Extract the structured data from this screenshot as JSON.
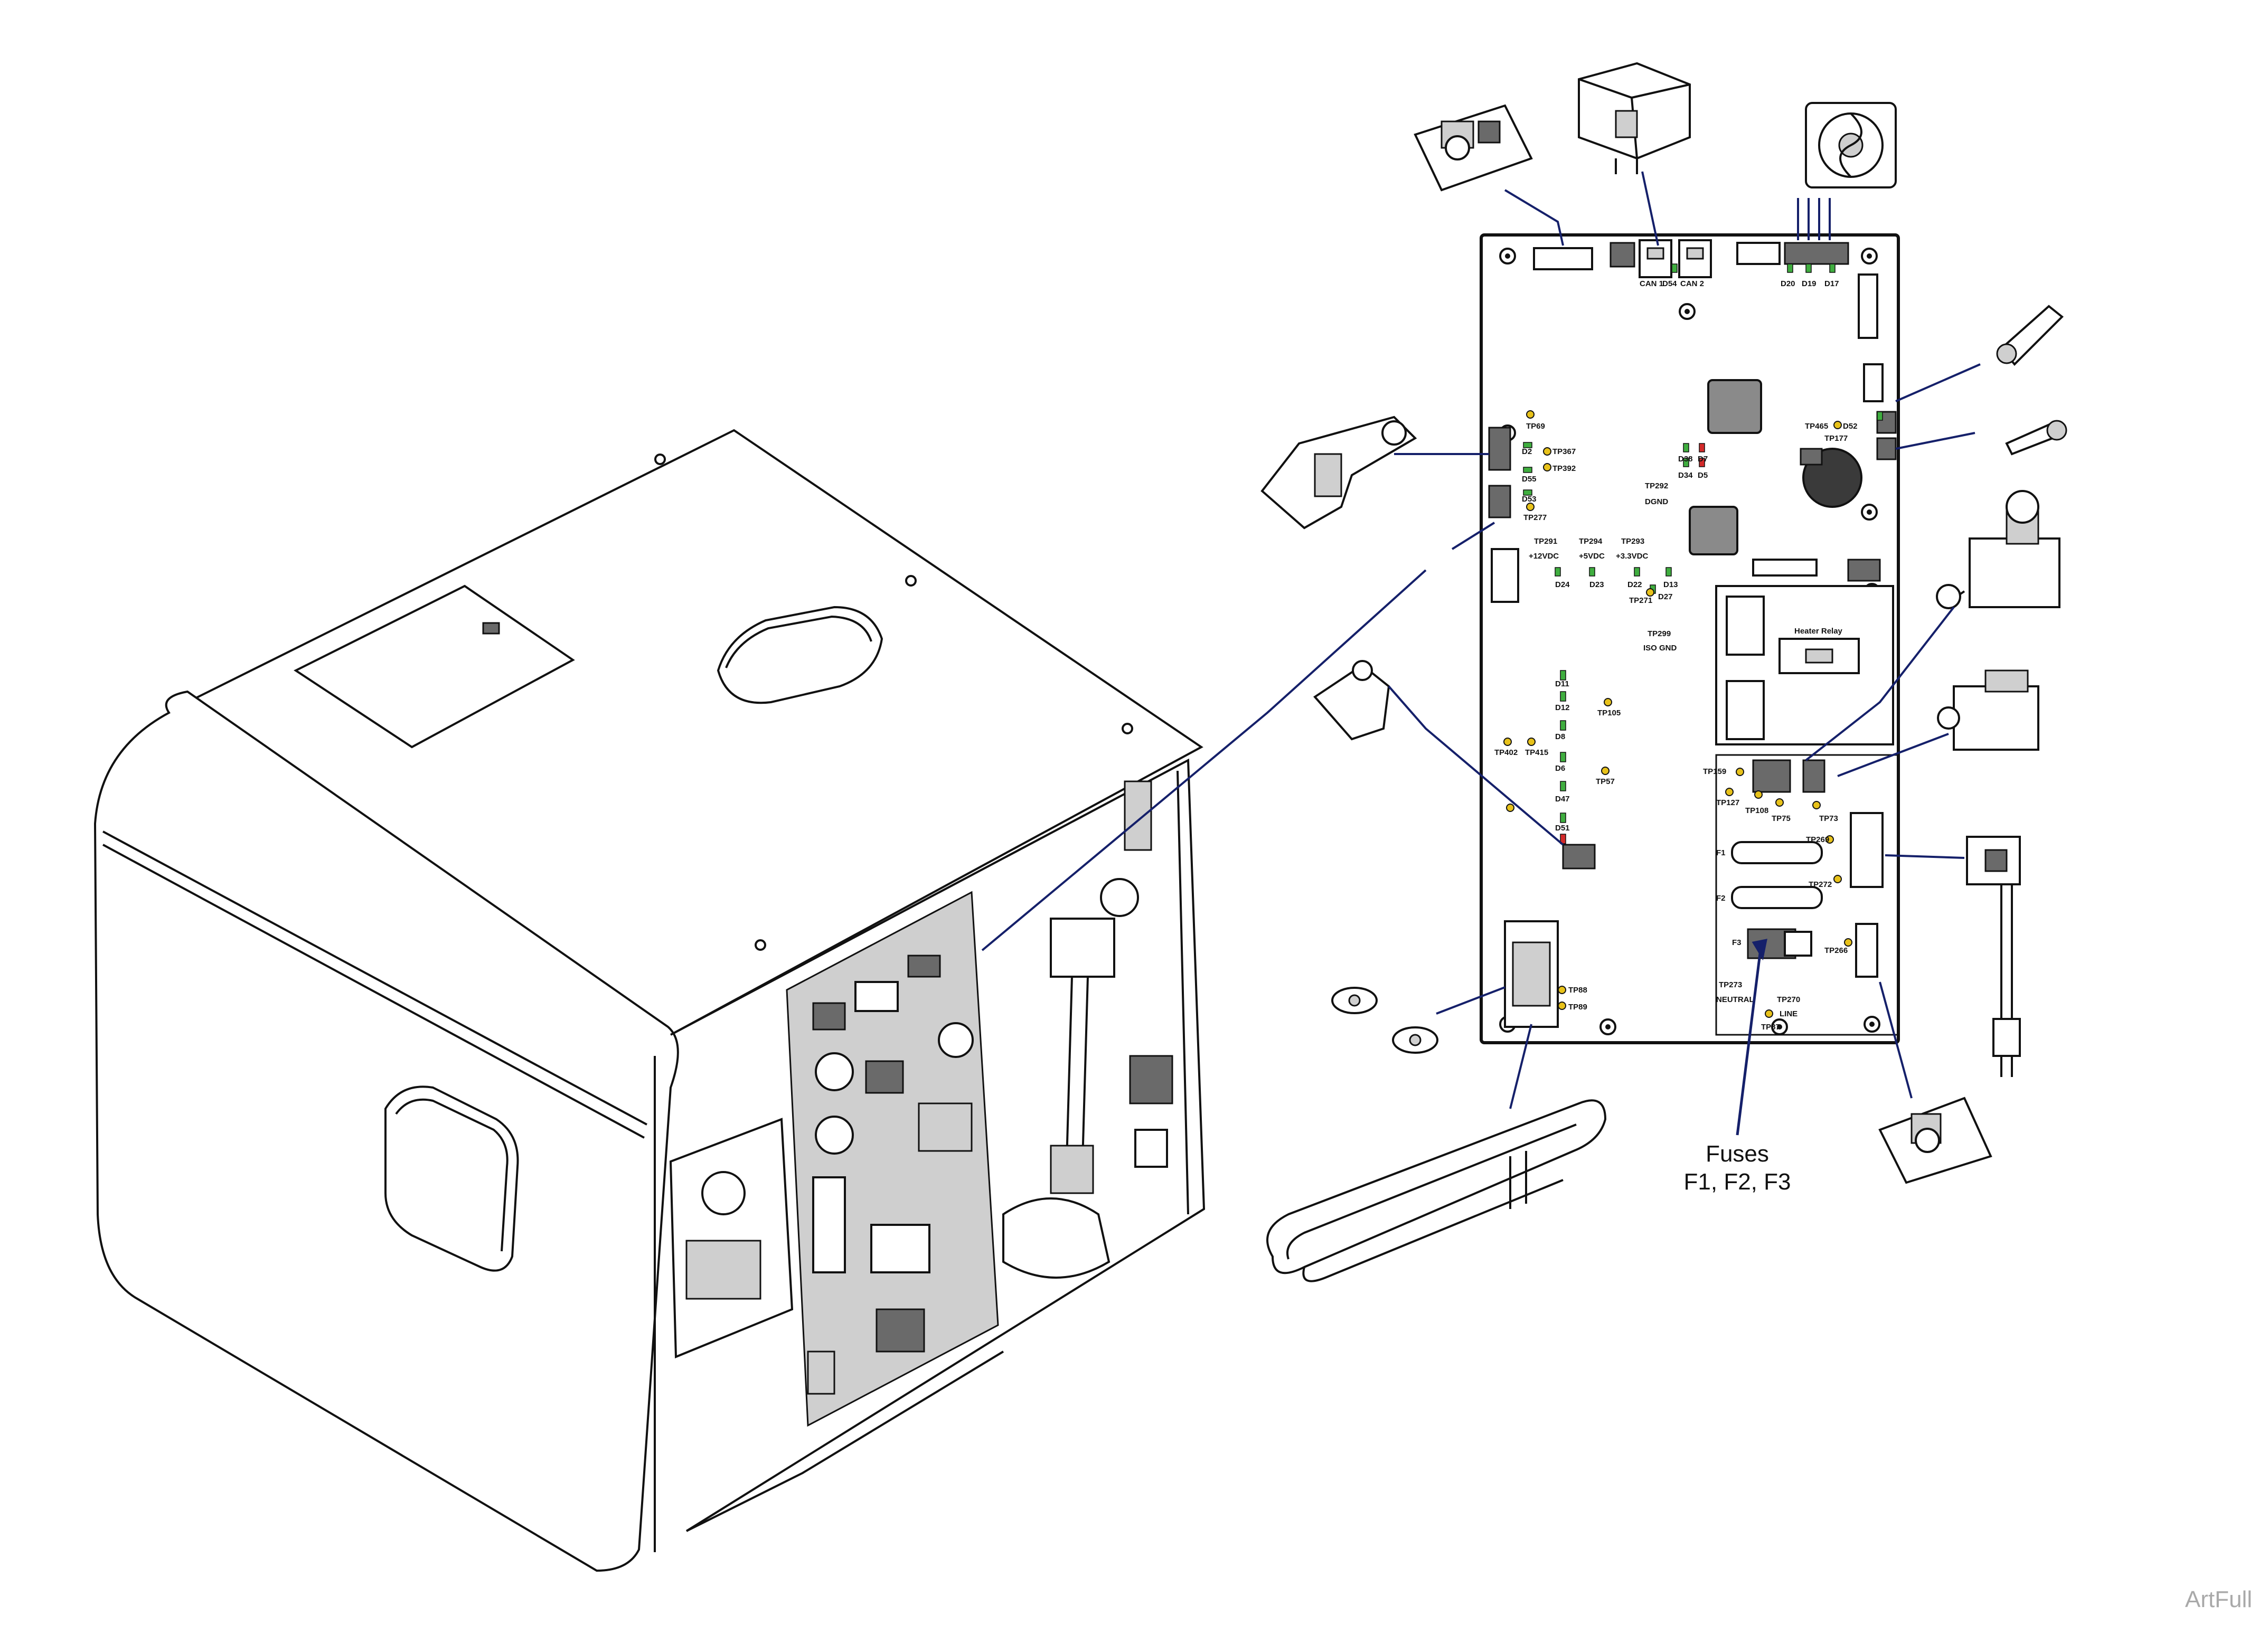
{
  "callout": {
    "fuses_title": "Fuses",
    "fuses_list": "F1, F2, F3"
  },
  "watermark": "ArtFull",
  "board_labels": {
    "D54": "D54",
    "CAN1": "CAN 1",
    "CAN2": "CAN 2",
    "D20": "D20",
    "D19": "D19",
    "D17": "D17",
    "TP69": "TP69",
    "D2": "D2",
    "TP367": "TP367",
    "TP392": "TP392",
    "D55": "D55",
    "D53": "D53",
    "TP277": "TP277",
    "D38": "D38",
    "D7": "D7",
    "D34": "D34",
    "D5": "D5",
    "TP292": "TP292",
    "DGND": "DGND",
    "TP465": "TP465",
    "D52": "D52",
    "TP177": "TP177",
    "TP291": "TP291",
    "V12": "+12VDC",
    "TP294": "TP294",
    "V5": "+5VDC",
    "TP293": "TP293",
    "V33": "+3.3VDC",
    "D24": "D24",
    "D23": "D23",
    "D22": "D22",
    "D13": "D13",
    "TP271": "TP271",
    "D27": "D27",
    "TP299": "TP299",
    "ISOGND": "ISO GND",
    "HeaterRelay": "Heater Relay",
    "D11": "D11",
    "D12": "D12",
    "TP105": "TP105",
    "D8": "D8",
    "TP402": "TP402",
    "TP415": "TP415",
    "D6": "D6",
    "TP57": "TP57",
    "D47": "D47",
    "D51": "D51",
    "TP159": "TP159",
    "TP127": "TP127",
    "TP108": "TP108",
    "TP75": "TP75",
    "TP73": "TP73",
    "TP269": "TP269",
    "F1": "F1",
    "F2": "F2",
    "TP272": "TP272",
    "F3": "F3",
    "TP266": "TP266",
    "TP88": "TP88",
    "TP89": "TP89",
    "TP273": "TP273",
    "NEUTRAL": "NEUTRAL",
    "TP270": "TP270",
    "LINE": "LINE",
    "TP87": "TP87"
  },
  "colors": {
    "leader_blue": "#15206a",
    "led_green": "#3fae3f",
    "led_red": "#d42a2a",
    "test_point": "#e8c21a",
    "watermark_gray": "#a9a9a9"
  }
}
